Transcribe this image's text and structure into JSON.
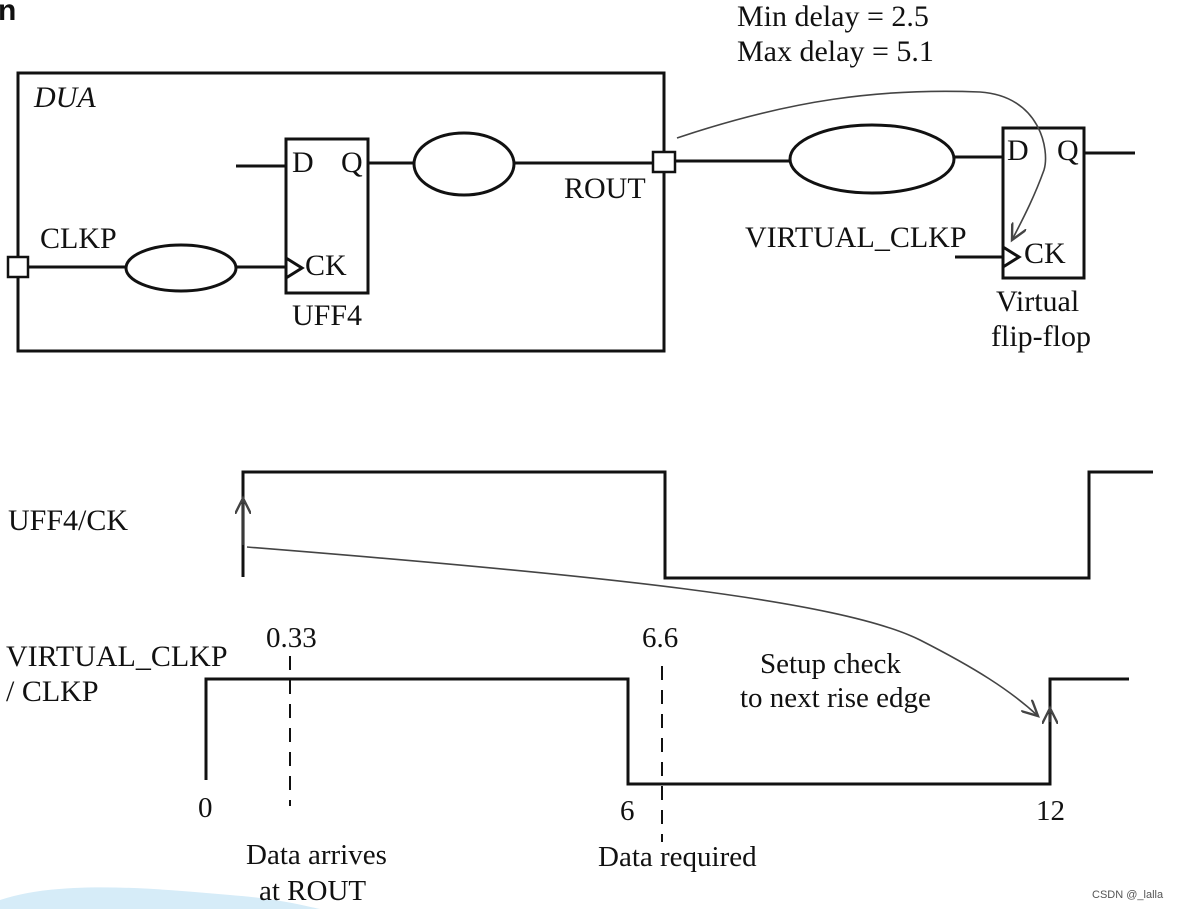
{
  "corner_glyph": "n",
  "top_annotation": {
    "min_delay": "Min delay = 2.5",
    "max_delay": "Max delay = 5.1"
  },
  "schematic": {
    "block_label": "DUA",
    "input_port": "CLKP",
    "output_port": "ROUT",
    "flipflop": {
      "name": "UFF4",
      "d": "D",
      "q": "Q",
      "ck": "CK"
    },
    "virtual_clock": "VIRTUAL_CLKP",
    "virtual_flipflop": {
      "d": "D",
      "q": "Q",
      "ck": "CK",
      "caption_line1": "Virtual",
      "caption_line2": "flip-flop"
    }
  },
  "timing": {
    "waveform1_label": "UFF4/CK",
    "waveform2_label_line1": "VIRTUAL_CLKP",
    "waveform2_label_line2": "/ CLKP",
    "marker_arrive": "0.33",
    "marker_required": "6.6",
    "tick_0": "0",
    "tick_6": "6",
    "tick_12": "12",
    "setup_line1": "Setup check",
    "setup_line2": "to next rise edge",
    "arrive_line1": "Data arrives",
    "arrive_line2": "at ROUT",
    "required_label": "Data required"
  },
  "watermark": "CSDN @_lalla",
  "colors": {
    "ink": "#111111",
    "blob": "#d6ecf8"
  }
}
